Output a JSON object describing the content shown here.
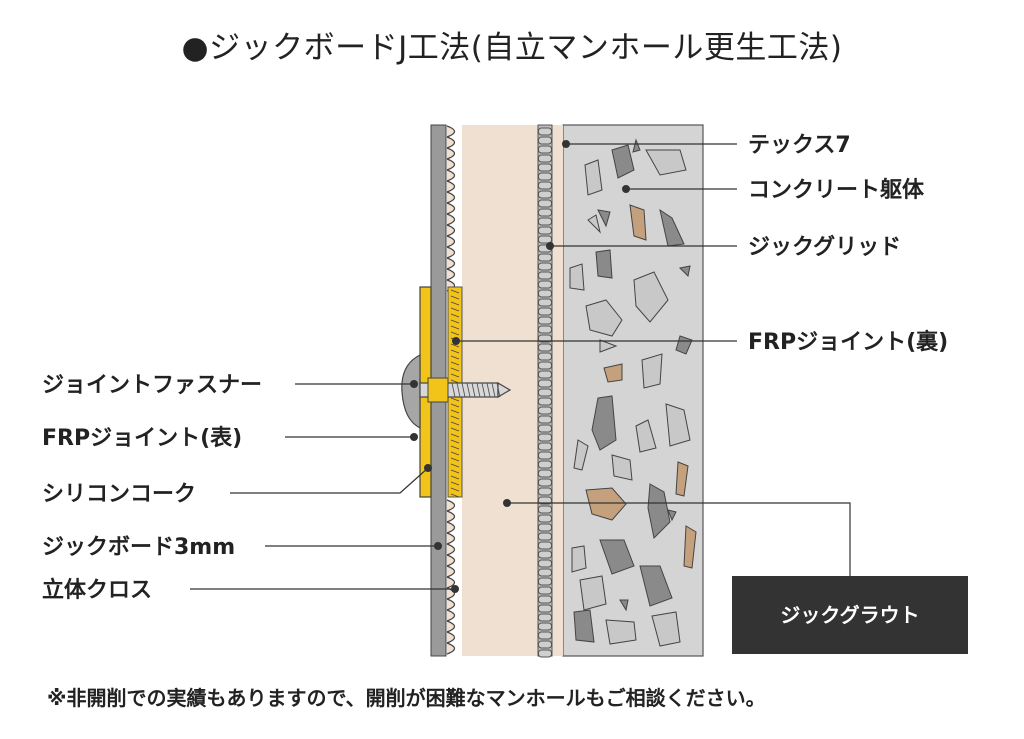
{
  "title": "●ジックボードJ工法(自立マンホール更生工法)",
  "labels_right": {
    "tex7": "テックス7",
    "concrete": "コンクリート躯体",
    "grid": "ジックグリッド",
    "frp_back": "FRPジョイント(裏)"
  },
  "labels_left": {
    "fastener": "ジョイントファスナー",
    "frp_front": "FRPジョイント(表)",
    "silicone": "シリコンコーク",
    "board": "ジックボード3mm",
    "cloth": "立体クロス"
  },
  "grout_box": "ジックグラウト",
  "note": "※非開削での実績もありますので、開削が困難なマンホールもご相談ください。",
  "colors": {
    "board": "#9a9a9a",
    "grout": "#f0e0d2",
    "concrete": "#d4d4d4",
    "frp": "#f2c318",
    "stone_dark": "#8a8a8a",
    "stone_light": "#c8c8c8",
    "stone_tan": "#c4a17c",
    "box": "#333333"
  }
}
